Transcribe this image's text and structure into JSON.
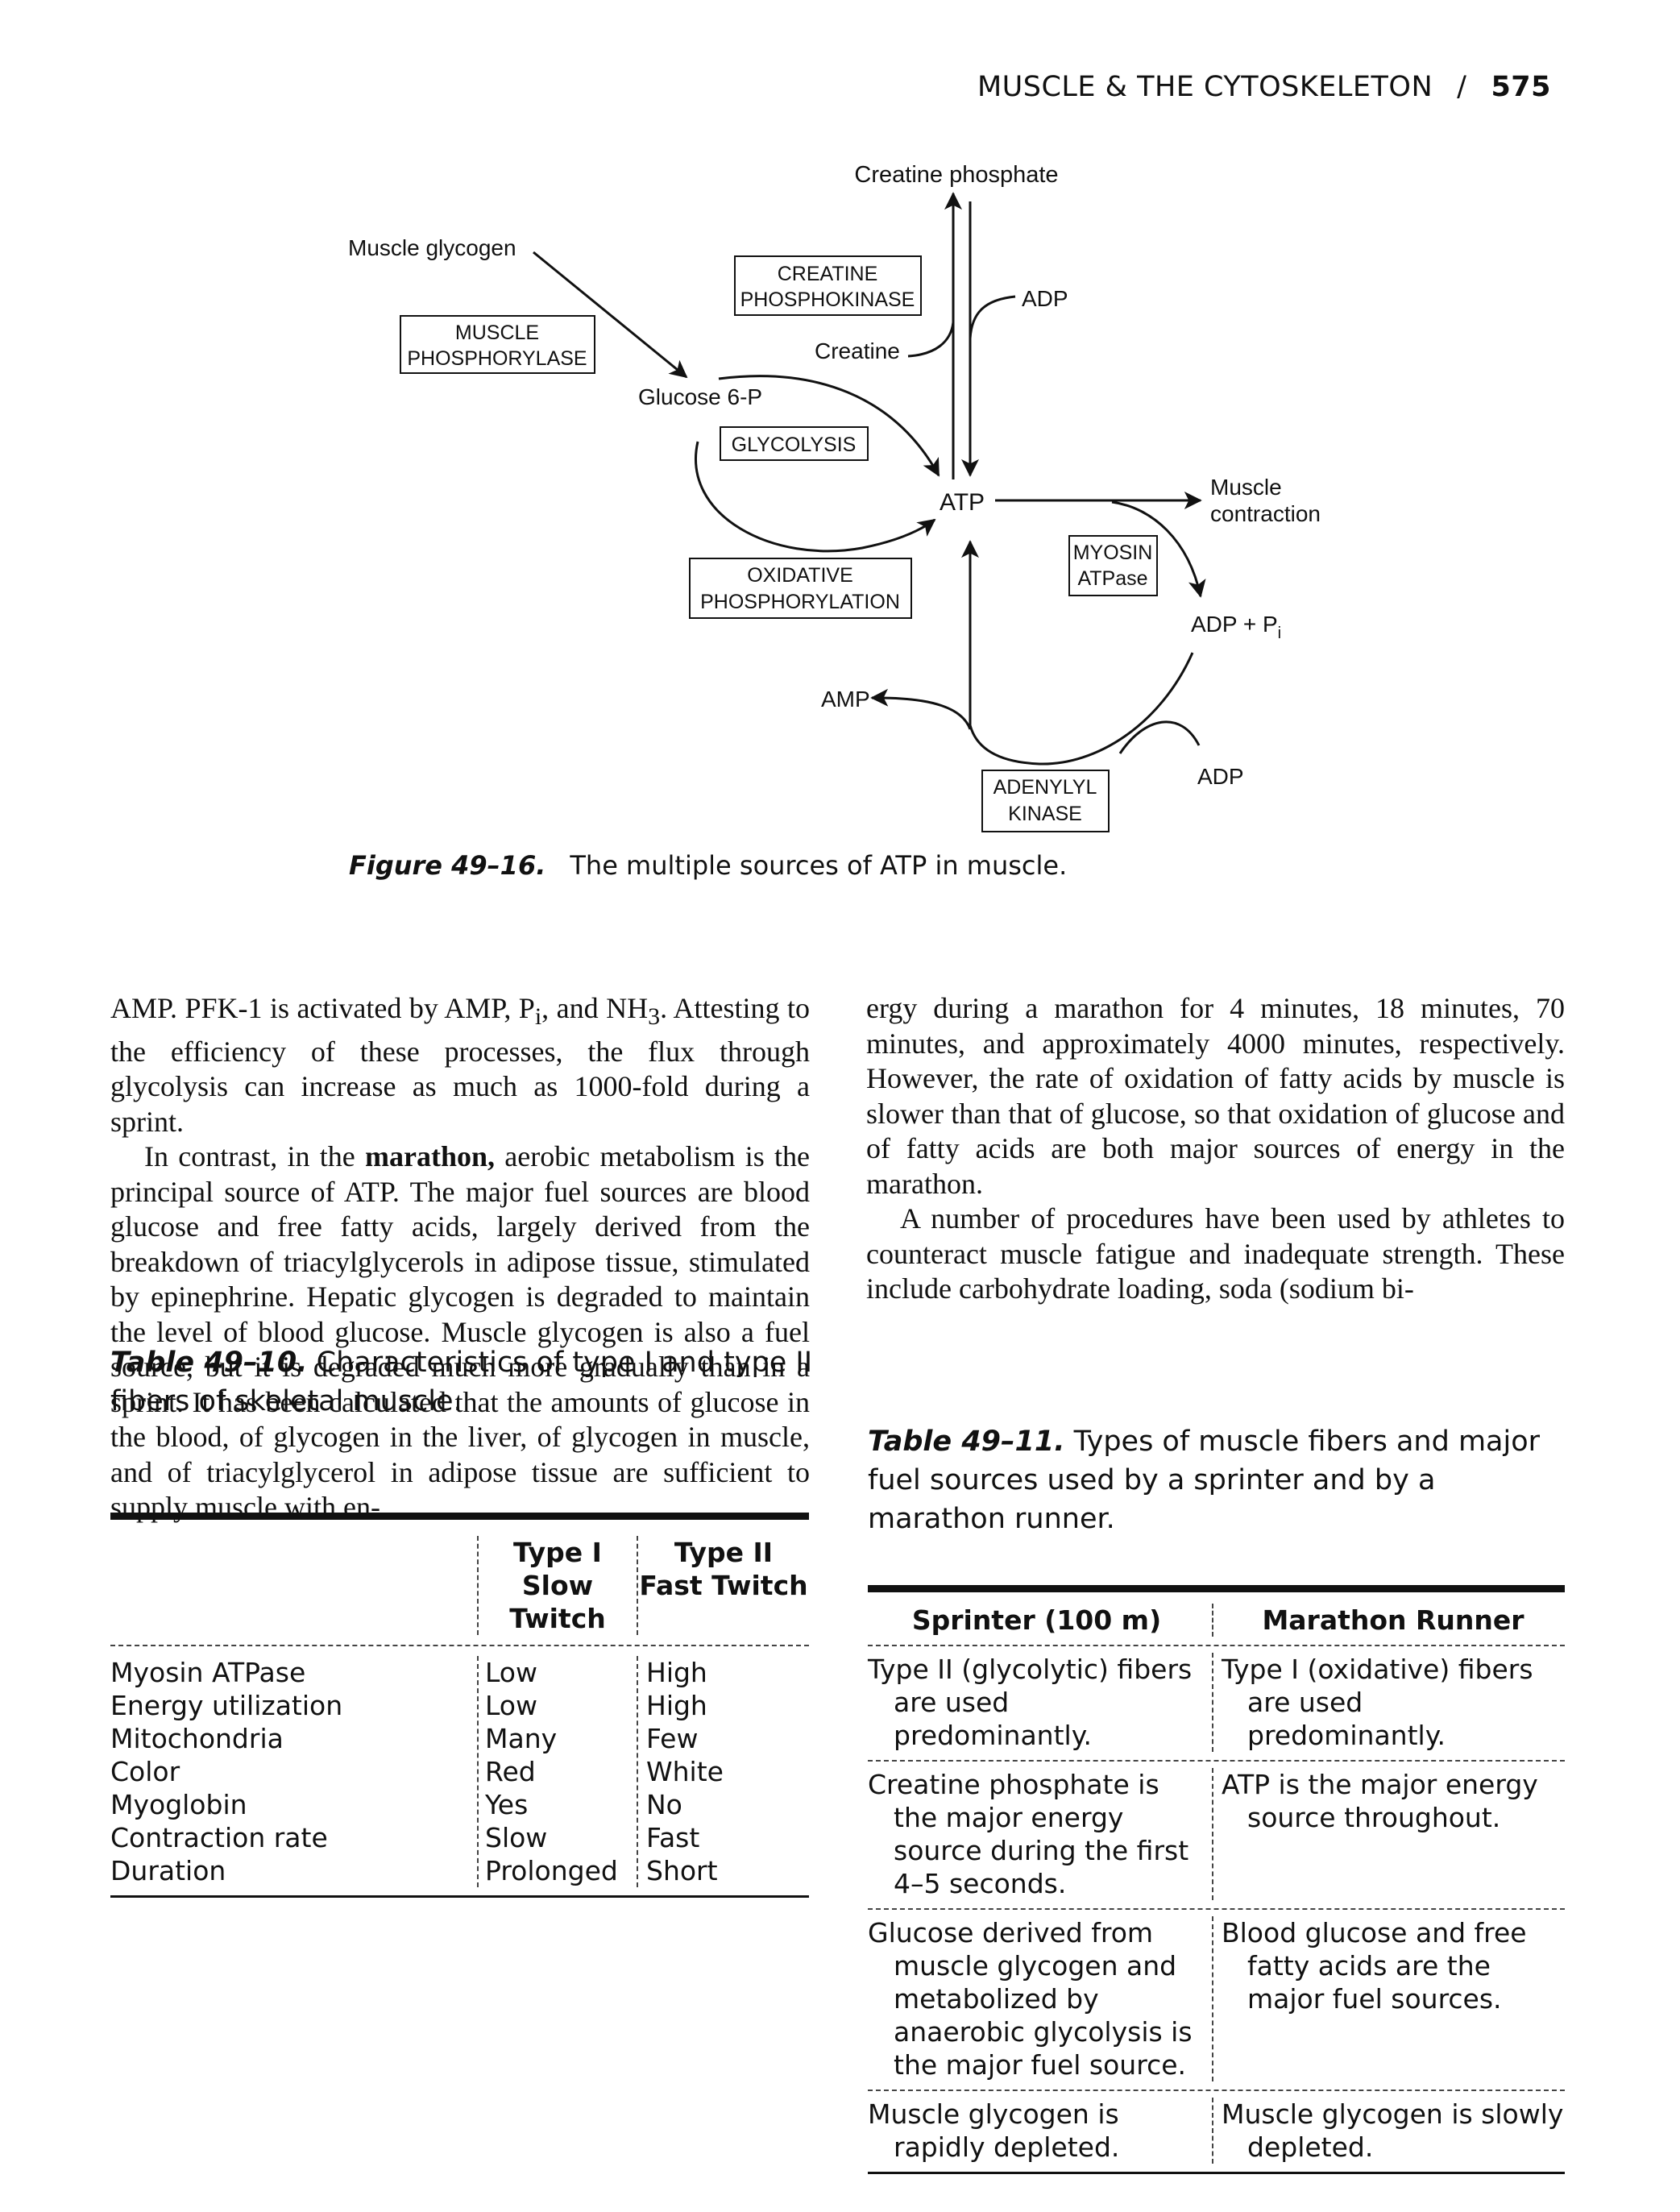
{
  "header": {
    "title": "MUSCLE & THE CYTOSKELETON",
    "separator": "/",
    "page_number": "575"
  },
  "figure": {
    "labels": {
      "creatine_phosphate": "Creatine phosphate",
      "muscle_glycogen": "Muscle glycogen",
      "muscle_phosphorylase_1": "MUSCLE",
      "muscle_phosphorylase_2": "PHOSPHORYLASE",
      "creatine_phosphokinase_1": "CREATINE",
      "creatine_phosphokinase_2": "PHOSPHOKINASE",
      "adp_top": "ADP",
      "creatine": "Creatine",
      "glucose_6p": "Glucose 6-P",
      "glycolysis": "GLYCOLYSIS",
      "atp": "ATP",
      "muscle_contraction_1": "Muscle",
      "muscle_contraction_2": "contraction",
      "oxidative_1": "OXIDATIVE",
      "oxidative_2": "PHOSPHORYLATION",
      "myosin_1": "MYOSIN",
      "myosin_2": "ATPase",
      "adp_pi": "ADP + P",
      "adp_pi_sub": "i",
      "amp": "AMP",
      "adenylyl_1": "ADENYLYL",
      "adenylyl_2": "KINASE",
      "adp_bottom": "ADP"
    },
    "caption_label": "Figure 49–16.",
    "caption_text": "The multiple sources of ATP in muscle."
  },
  "body": {
    "left": {
      "p1_a": "AMP. PFK-1 is activated by AMP, P",
      "p1_sub1": "i",
      "p1_b": ", and NH",
      "p1_sub2": "3",
      "p1_c": ". Attesting to the efficiency of these processes, the flux through glycolysis can increase as much as 1000-fold during a sprint.",
      "p2_a": "In contrast, in the ",
      "p2_bold": "marathon,",
      "p2_b": " aerobic metabolism is the principal source of ATP. The major fuel sources are blood glucose and free fatty acids, largely derived from the breakdown of triacylglycerols in adipose tissue, stimulated by epinephrine. Hepatic glycogen is degraded to maintain the level of blood glucose. Muscle glycogen is also a fuel source, but it is degraded much more gradually than in a sprint. It has been calculated that the amounts of glucose in the blood, of glycogen in the liver, of glycogen in muscle, and of triacylglycerol in adipose tissue are sufficient to supply muscle with en-"
    },
    "right": {
      "p1": "ergy during a marathon for 4 minutes, 18 minutes, 70 minutes, and approximately 4000 minutes, respectively. However, the rate of oxidation of fatty acids by muscle is slower than that of glucose, so that oxidation of glucose and of fatty acids are both major sources of energy in the marathon.",
      "p2": "A number of procedures have been used by athletes to counteract muscle fatigue and inadequate strength. These include carbohydrate loading, soda (sodium bi-"
    }
  },
  "table10": {
    "caption_label": "Table 49–10.",
    "caption_text": "Characteristics of type I and type II fibers of skeletal muscle.",
    "col2_line1": "Type I",
    "col2_line2": "Slow Twitch",
    "col3_line1": "Type II",
    "col3_line2": "Fast Twitch",
    "rows": [
      {
        "name": "Myosin ATPase",
        "type1": "Low",
        "type2": "High"
      },
      {
        "name": "Energy utilization",
        "type1": "Low",
        "type2": "High"
      },
      {
        "name": "Mitochondria",
        "type1": "Many",
        "type2": "Few"
      },
      {
        "name": "Color",
        "type1": "Red",
        "type2": "White"
      },
      {
        "name": "Myoglobin",
        "type1": "Yes",
        "type2": "No"
      },
      {
        "name": "Contraction rate",
        "type1": "Slow",
        "type2": "Fast"
      },
      {
        "name": "Duration",
        "type1": "Prolonged",
        "type2": "Short"
      }
    ]
  },
  "table11": {
    "caption_label": "Table 49–11.",
    "caption_text": "Types of muscle fibers and major fuel sources used by a sprinter and by a marathon runner.",
    "headers": [
      "Sprinter (100 m)",
      "Marathon Runner"
    ],
    "rows": [
      {
        "sprinter": "Type II (glycolytic) fibers are used predominantly.",
        "marathon": "Type I (oxidative) fibers are used predominantly."
      },
      {
        "sprinter": "Creatine phosphate is the major energy source during the first 4–5 seconds.",
        "marathon": "ATP is the major energy source throughout."
      },
      {
        "sprinter": "Glucose derived from muscle glycogen and metabolized by anaerobic glycolysis is the major fuel source.",
        "marathon": "Blood glucose and free fatty acids are the major fuel sources."
      },
      {
        "sprinter": "Muscle glycogen is rapidly depleted.",
        "marathon": "Muscle glycogen is slowly depleted."
      }
    ]
  }
}
